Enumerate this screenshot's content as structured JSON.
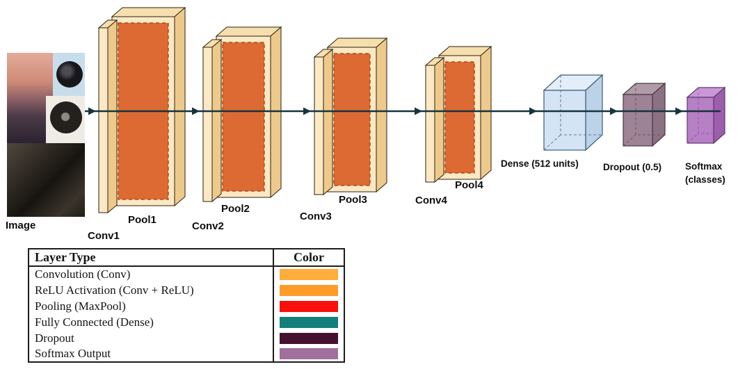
{
  "diagram": {
    "input_label": "Image",
    "stages": [
      {
        "conv": "Conv1",
        "pool": "Pool1"
      },
      {
        "conv": "Conv2",
        "pool": "Pool2"
      },
      {
        "conv": "Conv3",
        "pool": "Pool3"
      },
      {
        "conv": "Conv4",
        "pool": "Pool4"
      }
    ],
    "dense_label": "Dense (512 units)",
    "dropout_label": "Dropout (0.5)",
    "softmax_line1": "Softmax",
    "softmax_line2": "(classes)"
  },
  "legend": {
    "header_layer": "Layer Type",
    "header_color": "Color",
    "rows": [
      {
        "label": "Convolution (Conv)",
        "color": "#FFAD3B"
      },
      {
        "label": "ReLU Activation (Conv + ReLU)",
        "color": "#FF9B28"
      },
      {
        "label": "Pooling (MaxPool)",
        "color": "#F8100C"
      },
      {
        "label": "Fully Connected (Dense)",
        "color": "#11807B"
      },
      {
        "label": "Dropout",
        "color": "#45112E"
      },
      {
        "label": "Softmax Output",
        "color": "#A06F9C"
      }
    ]
  },
  "colors": {
    "plate_face": "#FBE9C6",
    "plate_top": "#F6DFAE",
    "plate_side": "#EDCA8C",
    "conv_inner": "#DD6A33",
    "dense_face": "#D4E4F5",
    "dropout_face": "#9D8395",
    "softmax_face": "#B77FC6",
    "arrow": "#17333E"
  }
}
